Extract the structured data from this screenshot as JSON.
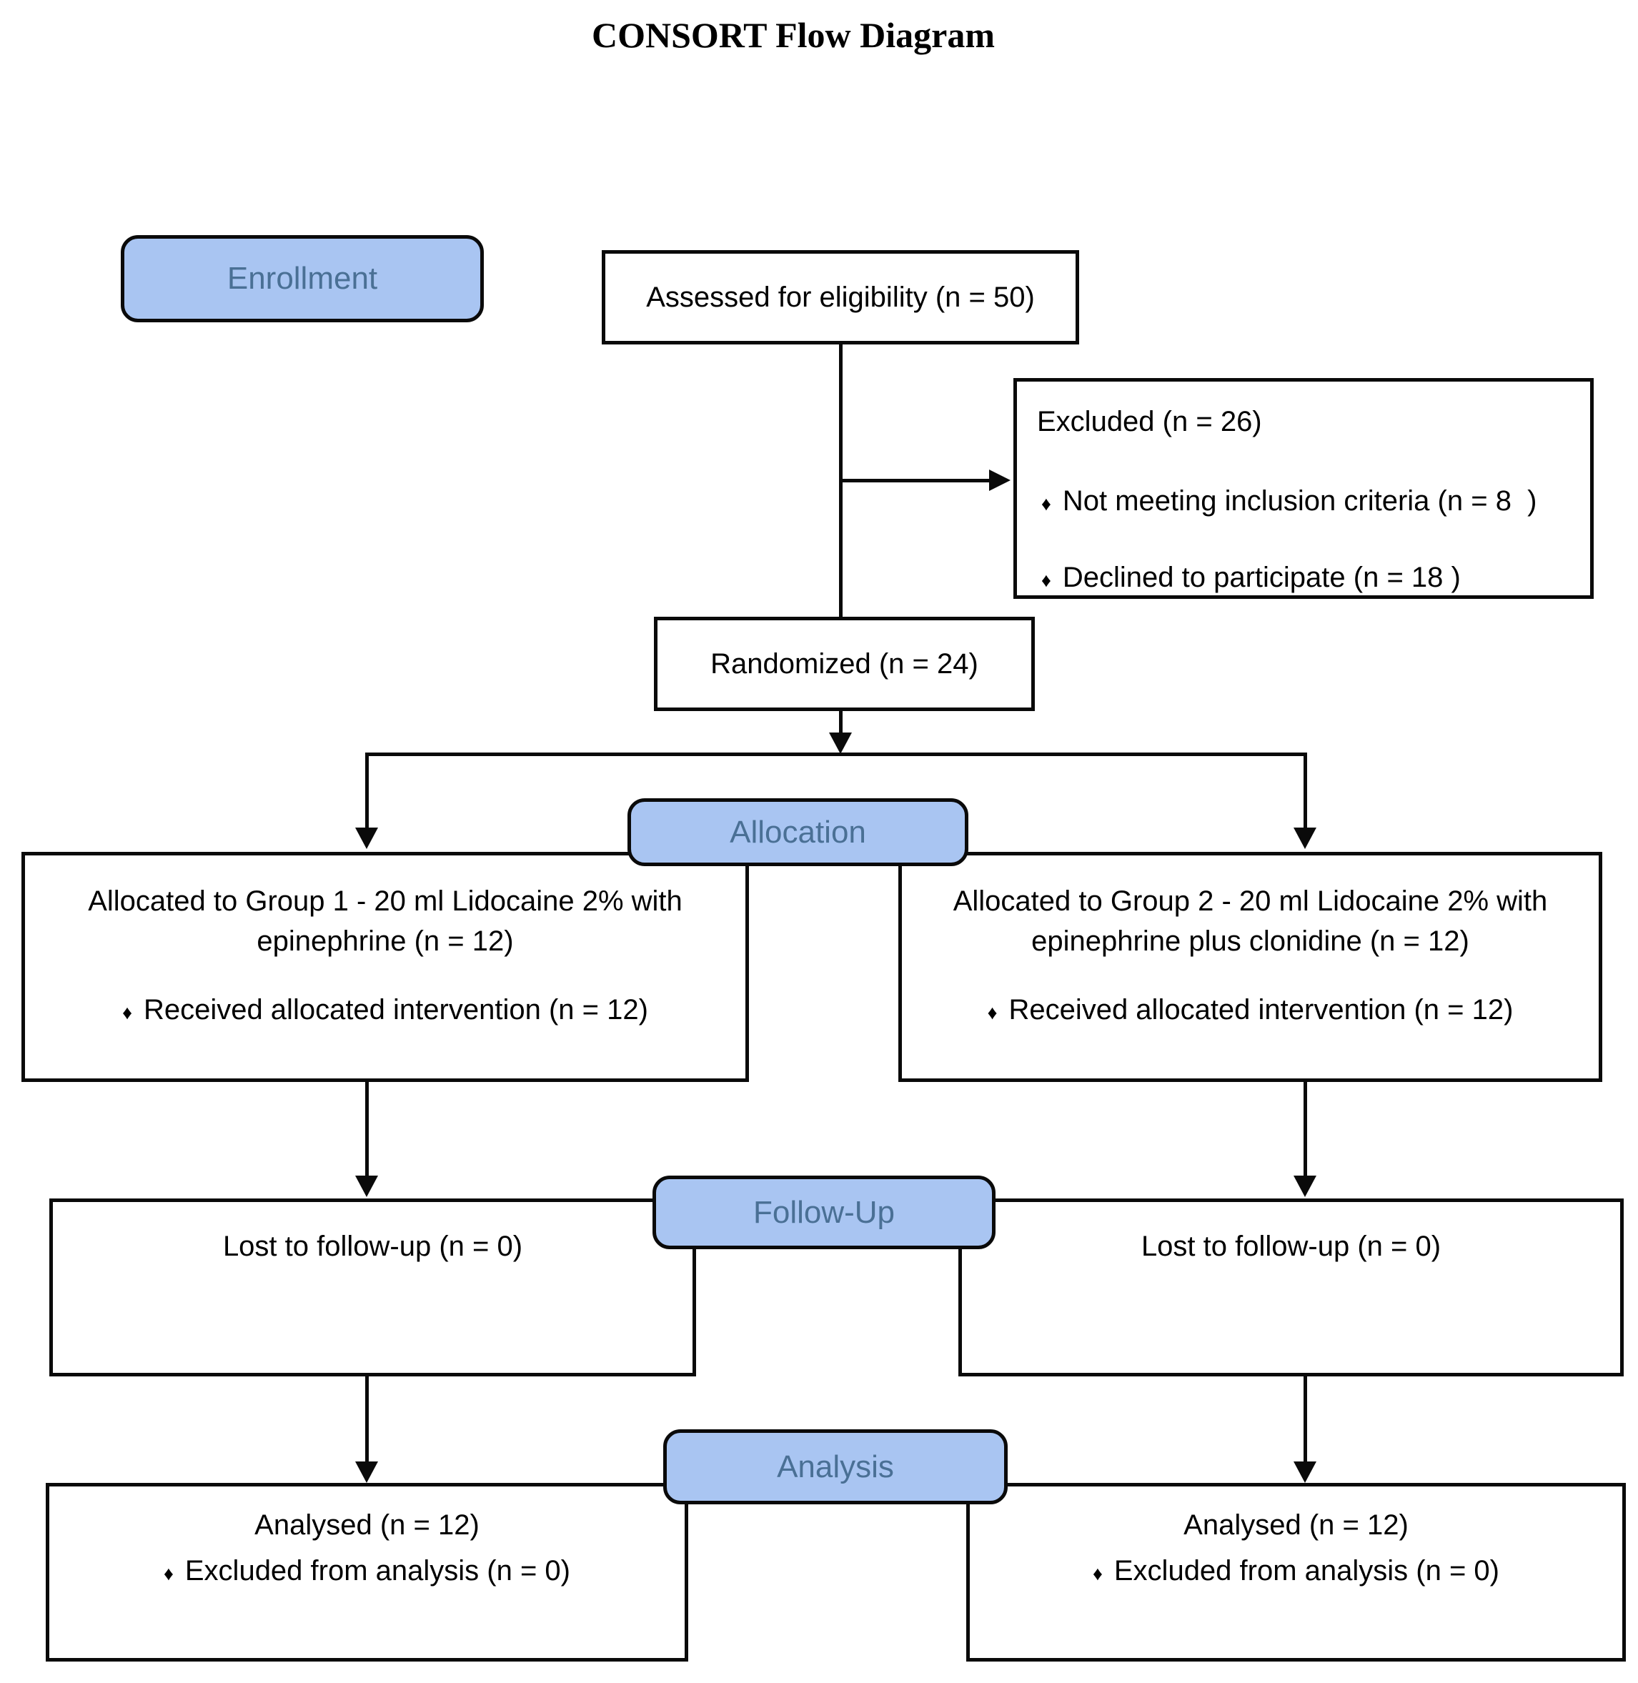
{
  "title": "CONSORT Flow Diagram",
  "bullet": "♦",
  "colors": {
    "stage_fill": "#a9c5f2",
    "stage_text": "#4a7095",
    "line": "#0a0a0a"
  },
  "enrollment": {
    "label": "Enrollment"
  },
  "assessed": {
    "text": "Assessed for eligibility (n = 50)"
  },
  "excluded": {
    "title": "Excluded (n = 26)",
    "bullets": [
      "Not meeting inclusion criteria (n = 8  )",
      "Declined to participate (n = 18 )"
    ]
  },
  "randomized": {
    "text": "Randomized (n = 24)"
  },
  "allocation": {
    "label": "Allocation",
    "left": {
      "line1": "Allocated to Group 1 - 20 ml Lidocaine 2% with",
      "line2": "epinephrine (n = 12)",
      "bullet": "Received allocated intervention (n = 12)"
    },
    "right": {
      "line1": "Allocated to Group 2 - 20 ml Lidocaine 2% with",
      "line2": "epinephrine plus clonidine (n = 12)",
      "bullet": "Received allocated intervention (n = 12)"
    }
  },
  "followup": {
    "label": "Follow-Up",
    "left": {
      "text": "Lost to follow-up (n = 0)"
    },
    "right": {
      "text": "Lost to follow-up (n = 0)"
    }
  },
  "analysis": {
    "label": "Analysis",
    "left": {
      "line1": "Analysed (n = 12)",
      "bullet": "Excluded from analysis (n = 0)"
    },
    "right": {
      "line1": "Analysed (n = 12)",
      "bullet": "Excluded from analysis (n = 0)"
    }
  }
}
